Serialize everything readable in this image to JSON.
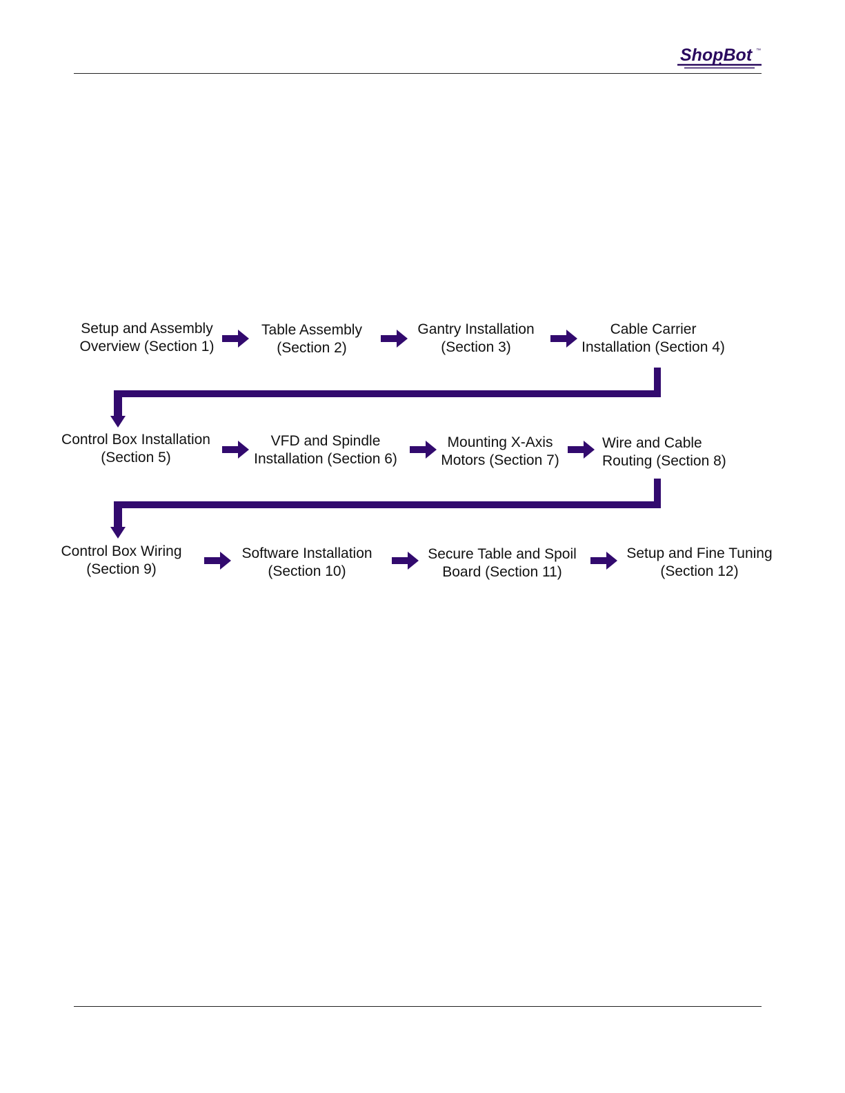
{
  "header": {
    "logo_text": "ShopBot",
    "logo_mark": "™"
  },
  "flow": {
    "arrow_color": "#320a6e",
    "steps": [
      {
        "line1": "Setup and Assembly",
        "line2": "Overview (Section 1)"
      },
      {
        "line1": "Table Assembly",
        "line2": "(Section 2)"
      },
      {
        "line1": "Gantry Installation",
        "line2": "(Section 3)"
      },
      {
        "line1": "Cable Carrier",
        "line2": "Installation (Section 4)"
      },
      {
        "line1": "Control Box Installation",
        "line2": "(Section 5)"
      },
      {
        "line1": "VFD and Spindle",
        "line2": "Installation (Section 6)"
      },
      {
        "line1": "Mounting X-Axis",
        "line2": "Motors (Section 7)"
      },
      {
        "line1": "Wire and Cable",
        "line2": "Routing (Section 8)"
      },
      {
        "line1": "Control Box Wiring",
        "line2": "(Section 9)"
      },
      {
        "line1": "Software Installation",
        "line2": "(Section 10)"
      },
      {
        "line1": "Secure Table and Spoil",
        "line2": "Board (Section 11)"
      },
      {
        "line1": "Setup and Fine Tuning",
        "line2": "(Section 12)"
      }
    ]
  }
}
